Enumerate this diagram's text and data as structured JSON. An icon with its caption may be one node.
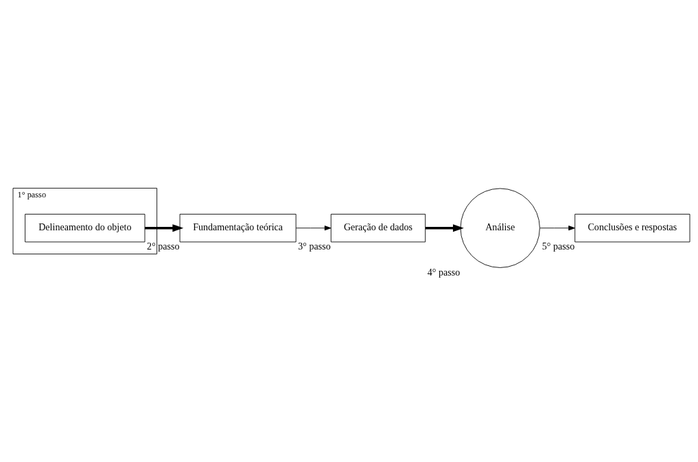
{
  "diagram": {
    "nodes": [
      {
        "text": [
          "1° passo"
        ]
      },
      {
        "text": [
          "Delineamento do objeto"
        ],
        "in": 0
      },
      {
        "text": [
          "Fundamentação teórica"
        ],
        "beside": [
          "2° passo"
        ]
      },
      {
        "text": [
          "Geração de dados"
        ],
        "beside": [
          "3° passo"
        ]
      },
      {
        "text": [
          "Análise"
        ],
        "beside": [
          "4° passo"
        ]
      },
      {
        "text": [
          "Conclusões e respostas"
        ],
        "beside": [
          "5° passo"
        ]
      }
    ],
    "edges": [
      {
        "from": 1,
        "to": 2,
        "arrow": "to",
        "style": "thick"
      },
      {
        "from": 2,
        "to": 3,
        "arrow": "to"
      },
      {
        "from": 3,
        "to": 4,
        "arrow": "to",
        "style": "thick"
      },
      {
        "from": 4,
        "to": 5,
        "arrow": "to"
      }
    ]
  }
}
